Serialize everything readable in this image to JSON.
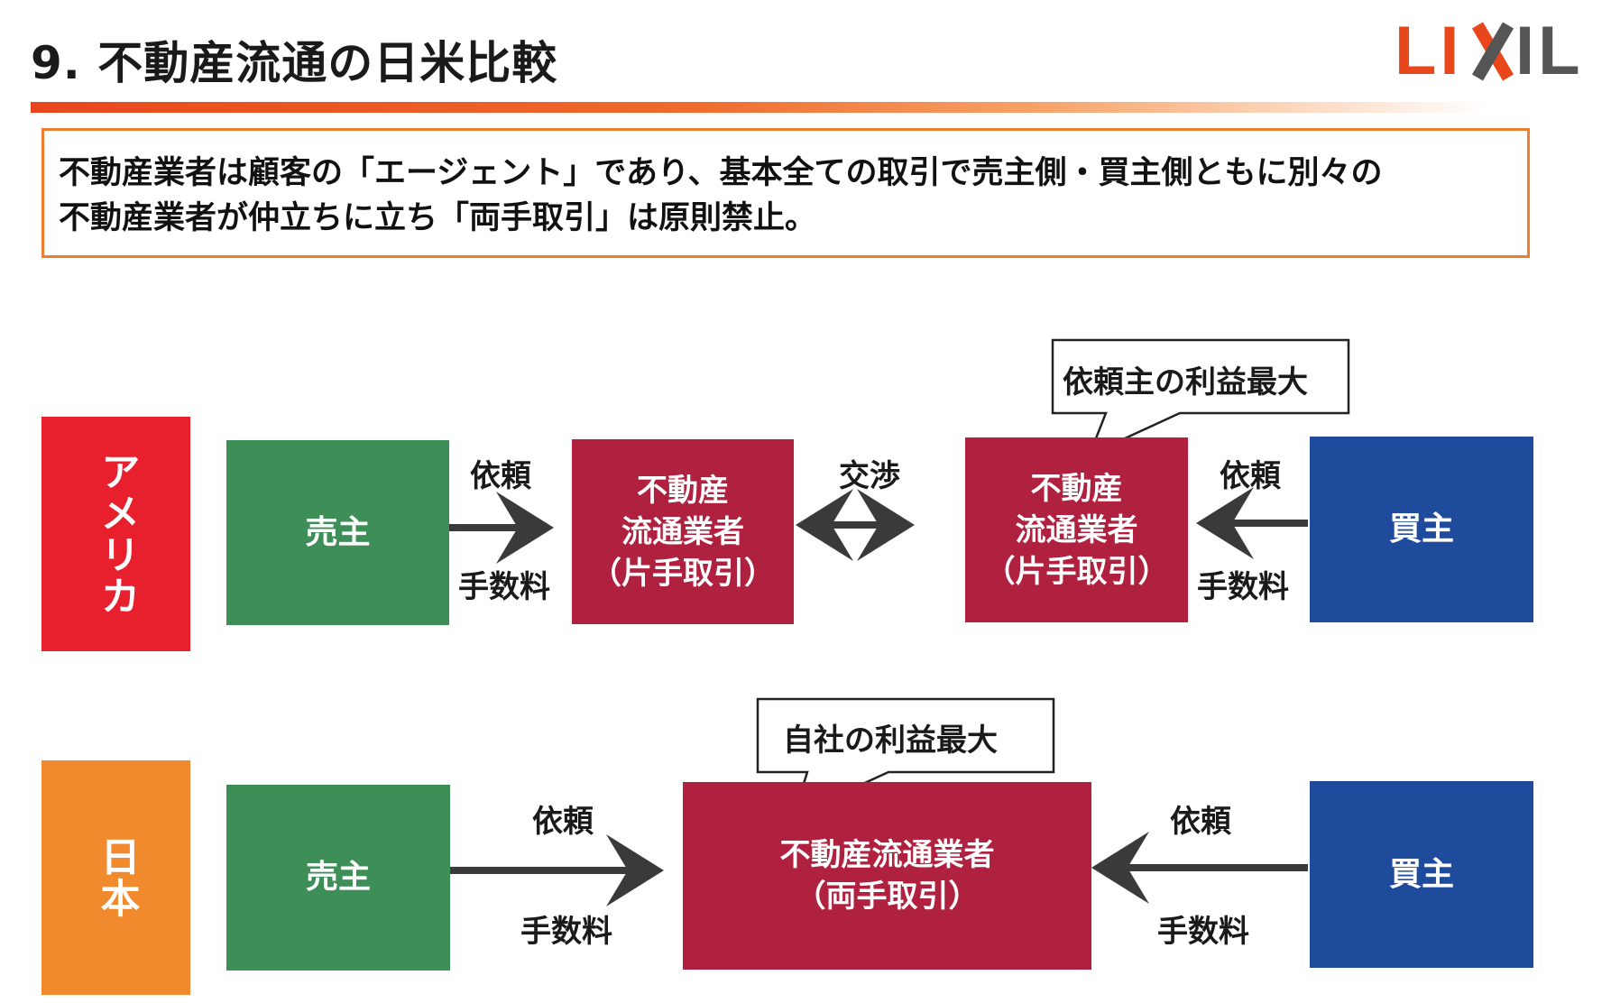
{
  "header": {
    "title": "9. 不動産流通の日米比較",
    "logo_text": "LIXIL"
  },
  "lead": {
    "text_line1": "不動産業者は顧客の「エージェント」であり、基本全ての取引で売主側・買主側ともに別々の",
    "text_line2": "不動産業者が仲立ちに立ち「両手取引」は原則禁止。"
  },
  "usa": {
    "country_label": "アメリカ",
    "seller": "売主",
    "buyer": "買主",
    "agent_left": [
      "不動産",
      "流通業者",
      "（片手取引）"
    ],
    "agent_right": [
      "不動産",
      "流通業者",
      "（片手取引）"
    ],
    "request_left": "依頼",
    "fee_left": "手数料",
    "negotiation": "交渉",
    "request_right": "依頼",
    "fee_right": "手数料",
    "callout": "依頼主の利益最大"
  },
  "japan": {
    "country_label": "日本",
    "seller": "売主",
    "buyer": "買主",
    "agent": [
      "不動産流通業者",
      "（両手取引）"
    ],
    "request_left": "依頼",
    "fee_left": "手数料",
    "request_right": "依頼",
    "fee_right": "手数料",
    "callout": "自社の利益最大"
  },
  "colors": {
    "accent_orange": "#ee7d30",
    "usa_red": "#e8202e",
    "japan_orange": "#f08a2c",
    "seller_green": "#3e8f57",
    "buyer_blue": "#1f4b9c",
    "agent_crimson": "#b0203f",
    "arrow": "#3a3a3a"
  }
}
